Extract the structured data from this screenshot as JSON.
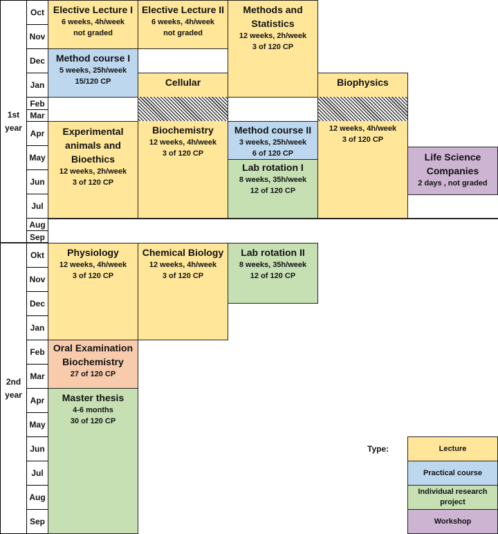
{
  "years": [
    {
      "label_line1": "1st",
      "label_line2": "year",
      "months": [
        "Oct",
        "Nov",
        "Dec",
        "Jan",
        "Feb",
        "Mar",
        "Apr",
        "May",
        "Jun",
        "Jul",
        "Aug",
        "Sep"
      ]
    },
    {
      "label_line1": "2nd",
      "label_line2": "year",
      "months": [
        "Okt",
        "Nov",
        "Dec",
        "Jan",
        "Feb",
        "Mar",
        "Apr",
        "May",
        "Jun",
        "Jul",
        "Aug",
        "Sep"
      ]
    }
  ],
  "courses": {
    "elective1": {
      "title": "Elective Lecture I",
      "line1": "6 weeks, 4h/week",
      "line2": "not graded",
      "type": "Lecture"
    },
    "elective2": {
      "title": "Elective Lecture II",
      "line1": "6 weeks, 4h/week",
      "line2": "not graded",
      "type": "Lecture"
    },
    "methods_stats": {
      "title_line1": "Methods and",
      "title_line2": "Statistics",
      "line1": "12 weeks, 2h/week",
      "line2": "3 of 120 CP",
      "type": "Lecture"
    },
    "method1": {
      "title": "Method course I",
      "line1": "5 weeks, 25h/week",
      "line2": "15/120 CP",
      "type": "Practical course"
    },
    "cellular": {
      "title": "Cellular",
      "type": "Lecture"
    },
    "biophysics": {
      "title": "Biophysics",
      "line1": "12 weeks, 4h/week",
      "line2": "3 of 120 CP",
      "type": "Lecture"
    },
    "exp_animals": {
      "title_line1": "Experimental",
      "title_line2": "animals and",
      "title_line3": "Bioethics",
      "line1": "12 weeks, 2h/week",
      "line2": "3 of 120 CP",
      "type": "Lecture"
    },
    "biochemistry": {
      "title": "Biochemistry",
      "line1": "12 weeks, 4h/week",
      "line2": "3 of 120 CP",
      "type": "Lecture"
    },
    "method2": {
      "title": "Method course II",
      "line1": "3 weeks, 25h/week",
      "line2": "6 of 120 CP",
      "type": "Practical course"
    },
    "labrot1": {
      "title": "Lab rotation I",
      "line1": "8 weeks, 35h/week",
      "line2": "12 of 120 CP",
      "type": "Individual research project"
    },
    "lifescience": {
      "title_line1": "Life Science",
      "title_line2": "Companies",
      "line1": "2 days , not graded",
      "type": "Workshop"
    },
    "physiology": {
      "title": "Physiology",
      "line1": "12 weeks, 4h/week",
      "line2": "3 of 120 CP",
      "type": "Lecture"
    },
    "chembio": {
      "title": "Chemical Biology",
      "line1": "12 weeks, 4h/week",
      "line2": "3 of 120 CP",
      "type": "Lecture"
    },
    "labrot2": {
      "title": "Lab rotation II",
      "line1": "8 weeks, 35h/week",
      "line2": "12 of 120 CP",
      "type": "Individual research project"
    },
    "oral_exam": {
      "title_line1": "Oral Examination",
      "title_line2": "Biochemistry",
      "line1": "27 of 120 CP"
    },
    "thesis": {
      "title": "Master thesis",
      "line1": "4-6 months",
      "line2": "30 of 120 CP",
      "type": "Individual research project"
    }
  },
  "legend": {
    "label": "Type:",
    "items": [
      {
        "label": "Lecture",
        "color": "#FFE699"
      },
      {
        "label": "Practical course",
        "color": "#BDD7EE"
      },
      {
        "label_line1": "Individual research",
        "label_line2": "project",
        "color": "#C6E0B4"
      },
      {
        "label": "Workshop",
        "color": "#CDB4D3"
      }
    ]
  },
  "colors": {
    "lecture": "#FFE699",
    "practical": "#BDD7EE",
    "research": "#C6E0B4",
    "workshop": "#CDB4D3",
    "exam": "#F8CBAD"
  }
}
